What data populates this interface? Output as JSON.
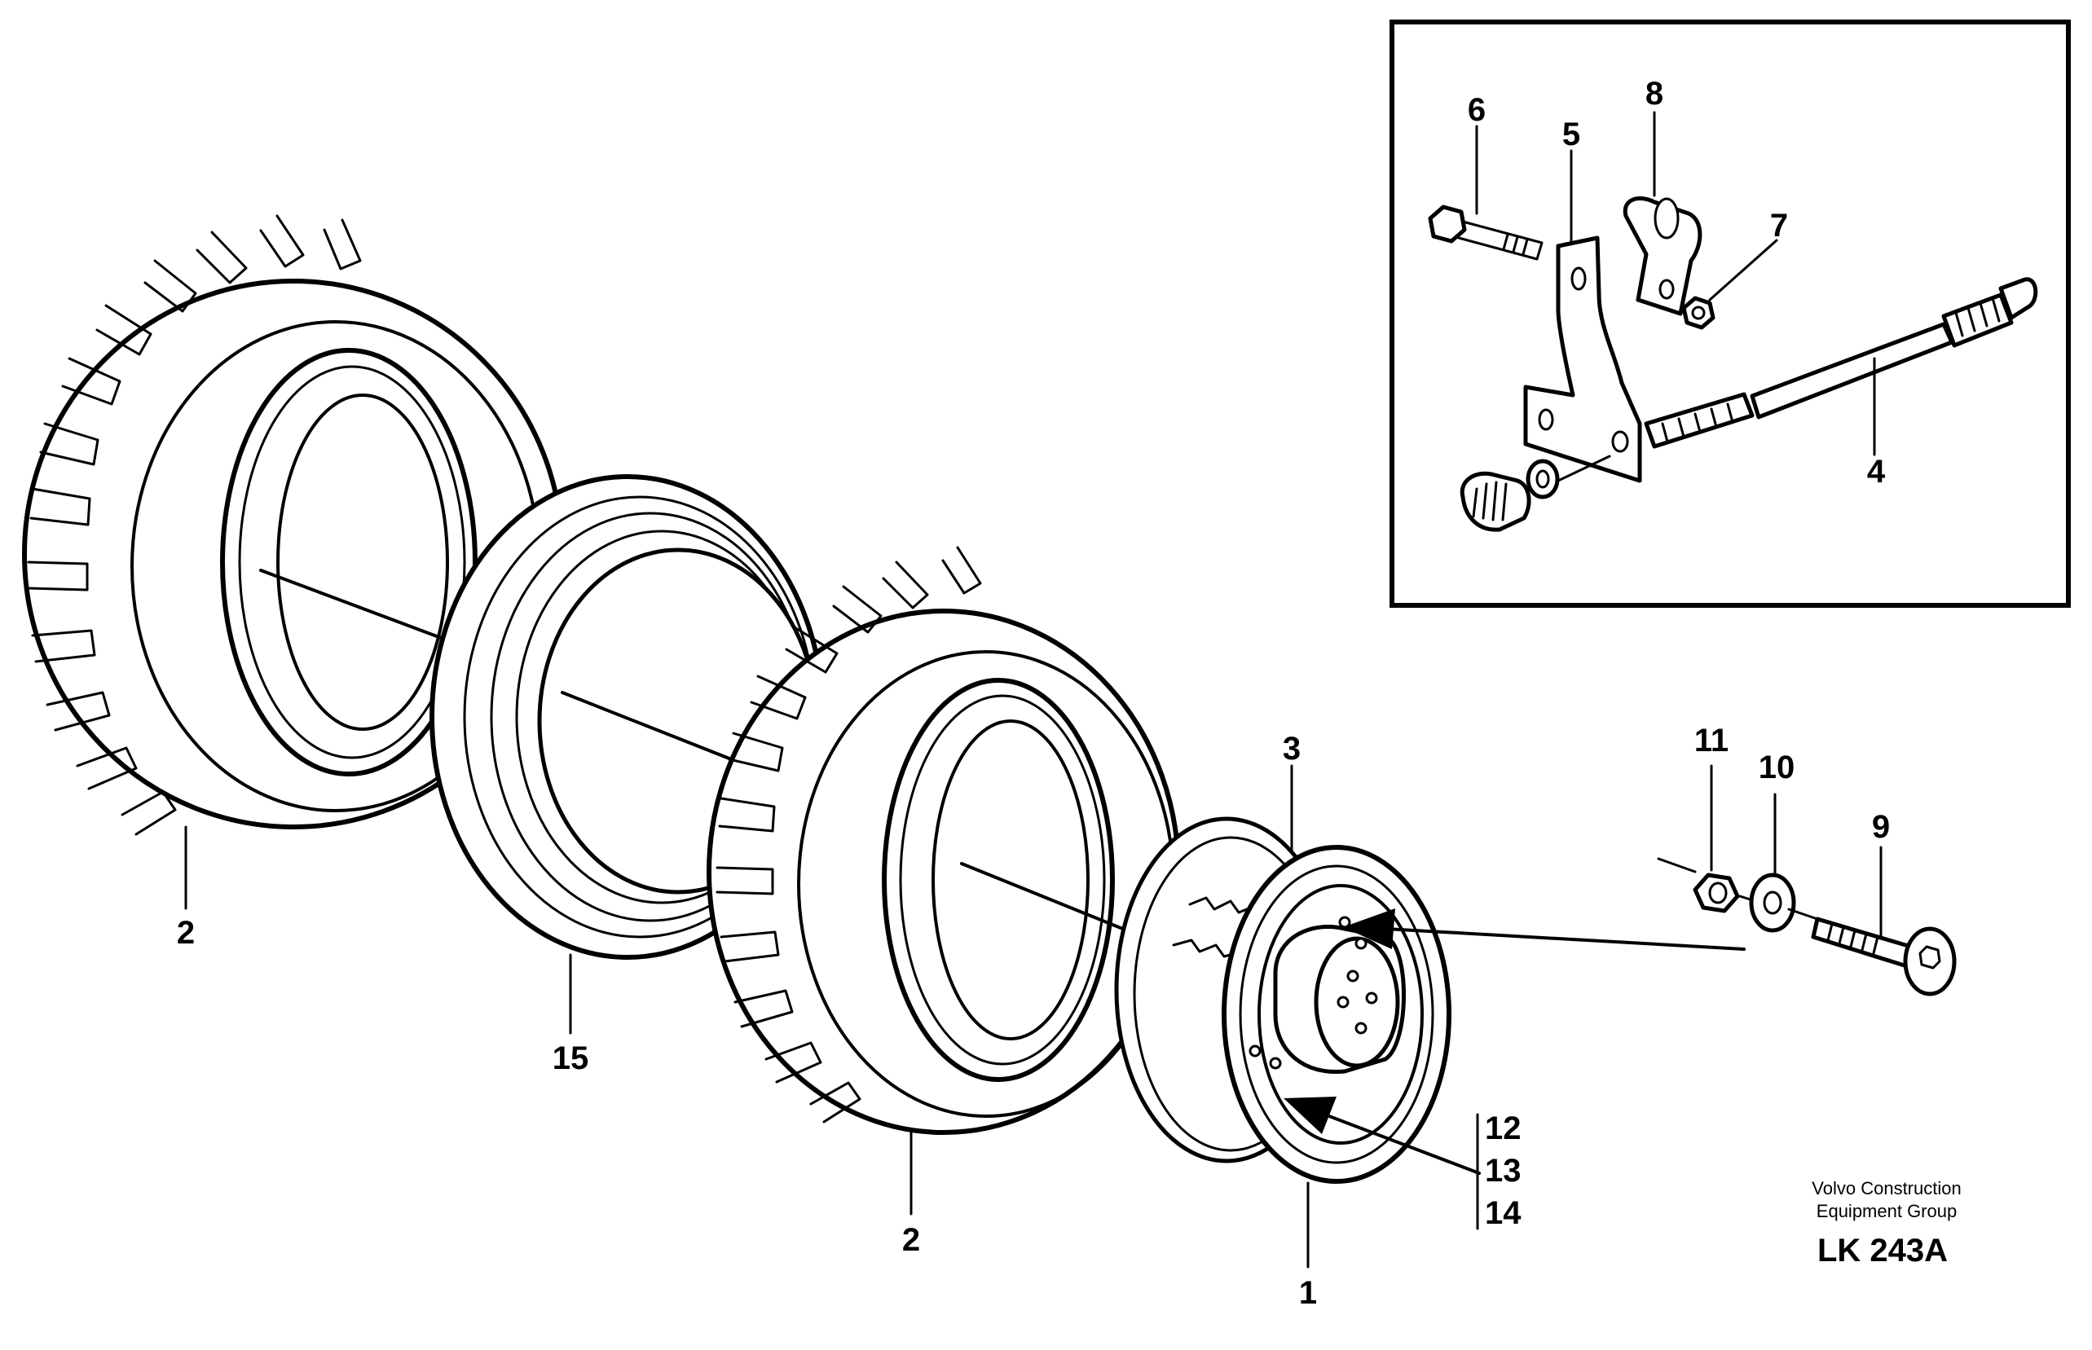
{
  "callouts": {
    "c1": "1",
    "c2a": "2",
    "c2b": "2",
    "c3": "3",
    "c4": "4",
    "c5": "5",
    "c6": "6",
    "c7": "7",
    "c8": "8",
    "c9": "9",
    "c10": "10",
    "c11": "11",
    "c12": "12",
    "c13": "13",
    "c14": "14",
    "c15": "15"
  },
  "caption": {
    "line1": "Volvo Construction",
    "line2": "Equipment Group",
    "code": "LK 243A"
  }
}
